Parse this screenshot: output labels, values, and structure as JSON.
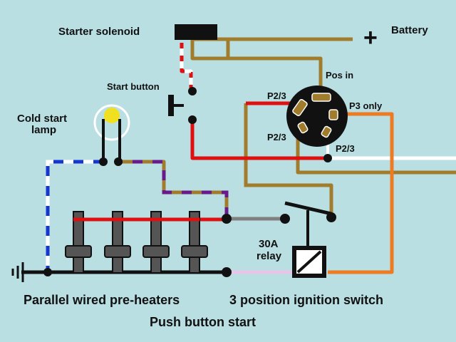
{
  "labels": {
    "starter_solenoid": "Starter solenoid",
    "battery": "Battery",
    "battery_symbol": "+",
    "pos_in": "Pos in",
    "start_button": "Start button",
    "cold_start_lamp_line1": "Cold start",
    "cold_start_lamp_line2": "lamp",
    "p23_a": "P2/3",
    "p23_b": "P2/3",
    "p23_c": "P2/3",
    "p3_only": "P3 only",
    "relay_line1": "30A",
    "relay_line2": "relay",
    "preheaters": "Parallel wired pre-heaters",
    "ignition_switch": "3 position ignition switch",
    "push_button_start": "Push button start"
  },
  "colors": {
    "background": "#b9dfe3",
    "brown": "#a07c2c",
    "red": "#e01010",
    "orange": "#ee7a22",
    "purple": "#6a1a8a",
    "blue": "#1536d0",
    "white": "#ffffff",
    "grey": "#808080",
    "pink": "#e8c4e8",
    "black": "#111111",
    "lamp_yellow": "#f0e020"
  }
}
